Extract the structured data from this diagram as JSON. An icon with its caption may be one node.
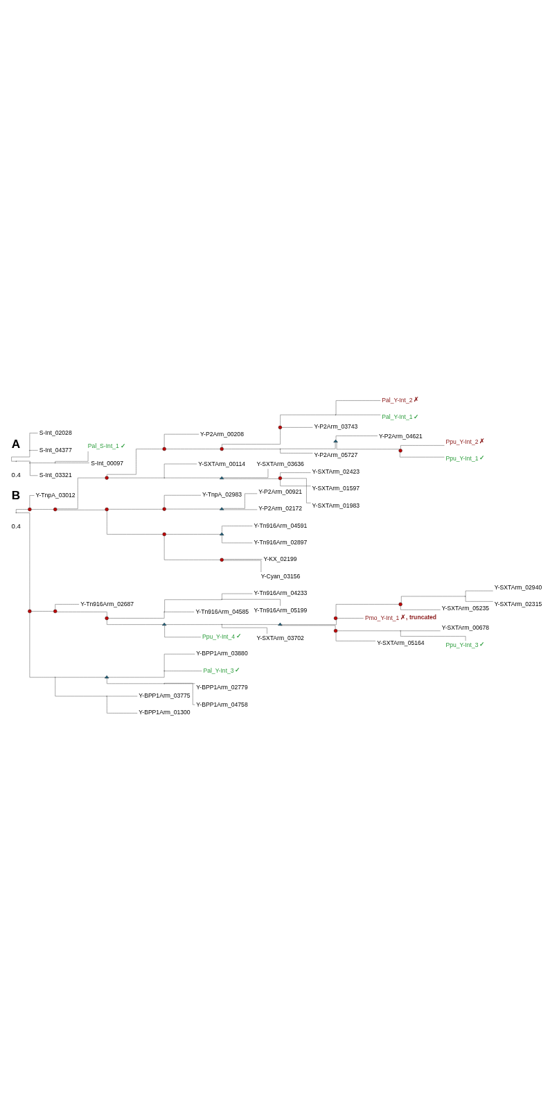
{
  "diagram": {
    "nodes": [
      {
        "text": [],
        "shape": "point"
      },
      {
        "text": [],
        "shape": "point"
      },
      {
        "text": [
          "S-Int_02028"
        ]
      },
      {
        "text": [
          "S-Int_04377"
        ]
      },
      {
        "text": [],
        "shape": "point"
      },
      {
        "text": [],
        "shape": "point"
      },
      {
        "text": [
          "Pal_S-Int_1"
        ],
        "beside": [
          "✓"
        ]
      },
      {
        "text": [
          "S-Int_00097"
        ]
      },
      {
        "text": [
          "S-Int_03321"
        ]
      },
      {
        "text": [],
        "shape": "point"
      },
      {
        "text": [],
        "shape": "circle"
      },
      {
        "text": [
          "Y-TnpA_03012"
        ]
      },
      {
        "text": [],
        "shape": "circle"
      },
      {
        "text": [],
        "shape": "circle"
      },
      {
        "text": [],
        "shape": "circle"
      },
      {
        "text": [
          "Y-P2Arm_00208"
        ]
      },
      {
        "text": [],
        "shape": "circle"
      },
      {
        "text": [],
        "shape": "circle"
      },
      {
        "text": [],
        "shape": "point"
      },
      {
        "text": [
          "Pal_Y-Int_2"
        ],
        "beside": [
          "✗"
        ]
      },
      {
        "text": [
          "Pal_Y-Int_1"
        ],
        "beside": [
          "✓"
        ]
      },
      {
        "text": [
          "Y-P2Arm_03743"
        ]
      },
      {
        "text": [],
        "shape": "point"
      },
      {
        "text": [],
        "shape": "triangle"
      },
      {
        "text": [
          "Y-P2Arm_04621"
        ]
      },
      {
        "text": [],
        "shape": "circle"
      },
      {
        "text": [
          "Ppu_Y-Int_2"
        ],
        "beside": [
          "✗"
        ]
      },
      {
        "text": [
          "Ppu_Y-Int_1"
        ],
        "beside": [
          "✓"
        ]
      },
      {
        "text": [
          "Y-P2Arm_05727"
        ]
      },
      {
        "text": [],
        "shape": "point"
      },
      {
        "text": [
          "Y-SXTArm_00114"
        ]
      },
      {
        "text": [],
        "shape": "triangle"
      },
      {
        "text": [
          "Y-SXTArm_03636"
        ]
      },
      {
        "text": [],
        "shape": "circle"
      },
      {
        "text": [
          "Y-SXTArm_02423"
        ]
      },
      {
        "text": [
          "Y-SXTArm_01597"
        ]
      },
      {
        "text": [
          "Y-SXTArm_01983"
        ]
      },
      {
        "text": [],
        "shape": "circle"
      },
      {
        "text": [],
        "shape": "circle"
      },
      {
        "text": [
          "Y-TnpA_02983"
        ]
      },
      {
        "text": [],
        "shape": "triangle"
      },
      {
        "text": [
          "Y-P2Arm_00921"
        ]
      },
      {
        "text": [
          "Y-P2Arm_02172"
        ]
      },
      {
        "text": [],
        "shape": "circle"
      },
      {
        "text": [],
        "shape": "triangle"
      },
      {
        "text": [
          "Y-Tn916Arm_04591"
        ]
      },
      {
        "text": [
          "Y-Tn916Arm_02897"
        ]
      },
      {
        "text": [],
        "shape": "circle"
      },
      {
        "text": [
          "Y-KX_02199"
        ]
      },
      {
        "text": [
          "Y-Cyan_03156"
        ]
      },
      {
        "text": [],
        "shape": "circle"
      },
      {
        "text": [],
        "shape": "circle"
      },
      {
        "text": [
          "Y-Tn916Arm_02687"
        ]
      },
      {
        "text": [],
        "shape": "circle"
      },
      {
        "text": [],
        "shape": "point"
      },
      {
        "text": [],
        "shape": "point"
      },
      {
        "text": [
          "Y-Tn916Arm_04233"
        ]
      },
      {
        "text": [
          "Y-Tn916Arm_05199"
        ]
      },
      {
        "text": [
          "Y-Tn916Arm_04585"
        ]
      },
      {
        "text": [],
        "shape": "triangle"
      },
      {
        "text": [],
        "shape": "point"
      },
      {
        "text": [],
        "shape": "triangle"
      },
      {
        "text": [],
        "shape": "circle"
      },
      {
        "text": [],
        "shape": "circle"
      },
      {
        "text": [],
        "shape": "point"
      },
      {
        "text": [
          "Y-SXTArm_02940"
        ]
      },
      {
        "text": [
          "Y-SXTArm_02315"
        ]
      },
      {
        "text": [
          "Y-SXTArm_05235"
        ]
      },
      {
        "text": [
          "Pmo_Y-Int_1"
        ],
        "beside": [
          "✗, truncated"
        ]
      },
      {
        "text": [],
        "shape": "circle"
      },
      {
        "text": [],
        "shape": "point"
      },
      {
        "text": [
          "Y-SXTArm_00678"
        ]
      },
      {
        "text": [
          "Ppu_Y-Int_3"
        ],
        "beside": [
          "✓"
        ]
      },
      {
        "text": [
          "Y-SXTArm_05164"
        ]
      },
      {
        "text": [
          "Y-SXTArm_03702"
        ]
      },
      {
        "text": [
          "Ppu_Y-Int_4"
        ],
        "beside": [
          "✓"
        ]
      },
      {
        "text": [],
        "shape": "point"
      },
      {
        "text": [],
        "shape": "triangle"
      },
      {
        "text": [],
        "shape": "point"
      },
      {
        "text": [
          "Y-BPP1Arm_03880"
        ]
      },
      {
        "text": [
          "Pal_Y-Int_3"
        ],
        "beside": [
          "✓"
        ]
      },
      {
        "text": [],
        "shape": "point"
      },
      {
        "text": [
          "Y-BPP1Arm_02779"
        ]
      },
      {
        "text": [
          "Y-BPP1Arm_04758"
        ]
      },
      {
        "text": [],
        "shape": "point"
      },
      {
        "text": [
          "Y-BPP1Arm_03775"
        ]
      },
      {
        "text": [
          "Y-BPP1Arm_01300"
        ]
      }
    ],
    "edges": [
      {
        "from": 0,
        "to": 1,
        "arrow": "none"
      },
      {
        "from": 1,
        "to": 2,
        "arrow": "none"
      },
      {
        "from": 1,
        "to": 3,
        "arrow": "none"
      },
      {
        "from": 0,
        "to": 4,
        "arrow": "none"
      },
      {
        "from": 4,
        "to": 5,
        "arrow": "none"
      },
      {
        "from": 5,
        "to": 6,
        "arrow": "none"
      },
      {
        "from": 5,
        "to": 7,
        "arrow": "none"
      },
      {
        "from": 4,
        "to": 8,
        "arrow": "none"
      },
      {
        "from": 9,
        "to": 10,
        "arrow": "none"
      },
      {
        "from": 10,
        "to": 11,
        "arrow": "none"
      },
      {
        "from": 10,
        "to": 12,
        "arrow": "none"
      },
      {
        "from": 12,
        "to": 13,
        "arrow": "none"
      },
      {
        "from": 13,
        "to": 14,
        "arrow": "none"
      },
      {
        "from": 14,
        "to": 15,
        "arrow": "none"
      },
      {
        "from": 14,
        "to": 16,
        "arrow": "none"
      },
      {
        "from": 16,
        "to": 17,
        "arrow": "none"
      },
      {
        "from": 17,
        "to": 18,
        "arrow": "none"
      },
      {
        "from": 18,
        "to": 19,
        "arrow": "none"
      },
      {
        "from": 18,
        "to": 20,
        "arrow": "none"
      },
      {
        "from": 17,
        "to": 21,
        "arrow": "none"
      },
      {
        "from": 16,
        "to": 22,
        "arrow": "none"
      },
      {
        "from": 22,
        "to": 23,
        "arrow": "none"
      },
      {
        "from": 23,
        "to": 24,
        "arrow": "none"
      },
      {
        "from": 23,
        "to": 25,
        "arrow": "none"
      },
      {
        "from": 25,
        "to": 26,
        "arrow": "none"
      },
      {
        "from": 25,
        "to": 27,
        "arrow": "none"
      },
      {
        "from": 22,
        "to": 28,
        "arrow": "none"
      },
      {
        "from": 13,
        "to": 29,
        "arrow": "none"
      },
      {
        "from": 29,
        "to": 30,
        "arrow": "none"
      },
      {
        "from": 29,
        "to": 31,
        "arrow": "none"
      },
      {
        "from": 31,
        "to": 32,
        "arrow": "none"
      },
      {
        "from": 31,
        "to": 33,
        "arrow": "none"
      },
      {
        "from": 33,
        "to": 34,
        "arrow": "none"
      },
      {
        "from": 33,
        "to": 35,
        "arrow": "none"
      },
      {
        "from": 33,
        "to": 36,
        "arrow": "none"
      },
      {
        "from": 12,
        "to": 37,
        "arrow": "none"
      },
      {
        "from": 37,
        "to": 38,
        "arrow": "none"
      },
      {
        "from": 38,
        "to": 39,
        "arrow": "none"
      },
      {
        "from": 38,
        "to": 40,
        "arrow": "none"
      },
      {
        "from": 40,
        "to": 41,
        "arrow": "none"
      },
      {
        "from": 40,
        "to": 42,
        "arrow": "none"
      },
      {
        "from": 37,
        "to": 43,
        "arrow": "none"
      },
      {
        "from": 43,
        "to": 44,
        "arrow": "none"
      },
      {
        "from": 44,
        "to": 45,
        "arrow": "none"
      },
      {
        "from": 44,
        "to": 46,
        "arrow": "none"
      },
      {
        "from": 43,
        "to": 47,
        "arrow": "none"
      },
      {
        "from": 47,
        "to": 48,
        "arrow": "none"
      },
      {
        "from": 47,
        "to": 49,
        "arrow": "none"
      },
      {
        "from": 9,
        "to": 50,
        "arrow": "none"
      },
      {
        "from": 50,
        "to": 51,
        "arrow": "none"
      },
      {
        "from": 51,
        "to": 52,
        "arrow": "none"
      },
      {
        "from": 51,
        "to": 53,
        "arrow": "none"
      },
      {
        "from": 53,
        "to": 54,
        "arrow": "none"
      },
      {
        "from": 54,
        "to": 55,
        "arrow": "none"
      },
      {
        "from": 55,
        "to": 56,
        "arrow": "none"
      },
      {
        "from": 55,
        "to": 57,
        "arrow": "none"
      },
      {
        "from": 54,
        "to": 58,
        "arrow": "none"
      },
      {
        "from": 53,
        "to": 59,
        "arrow": "none"
      },
      {
        "from": 59,
        "to": 60,
        "arrow": "none"
      },
      {
        "from": 60,
        "to": 61,
        "arrow": "none"
      },
      {
        "from": 61,
        "to": 62,
        "arrow": "none"
      },
      {
        "from": 62,
        "to": 63,
        "arrow": "none"
      },
      {
        "from": 63,
        "to": 64,
        "arrow": "none"
      },
      {
        "from": 64,
        "to": 65,
        "arrow": "none"
      },
      {
        "from": 64,
        "to": 66,
        "arrow": "none"
      },
      {
        "from": 63,
        "to": 67,
        "arrow": "none"
      },
      {
        "from": 62,
        "to": 68,
        "arrow": "none"
      },
      {
        "from": 61,
        "to": 69,
        "arrow": "none"
      },
      {
        "from": 69,
        "to": 70,
        "arrow": "none"
      },
      {
        "from": 70,
        "to": 71,
        "arrow": "none"
      },
      {
        "from": 70,
        "to": 72,
        "arrow": "none"
      },
      {
        "from": 69,
        "to": 73,
        "arrow": "none"
      },
      {
        "from": 60,
        "to": 74,
        "arrow": "none"
      },
      {
        "from": 59,
        "to": 75,
        "arrow": "none"
      },
      {
        "from": 50,
        "to": 76,
        "arrow": "none"
      },
      {
        "from": 76,
        "to": 77,
        "arrow": "none"
      },
      {
        "from": 77,
        "to": 78,
        "arrow": "none"
      },
      {
        "from": 78,
        "to": 79,
        "arrow": "none"
      },
      {
        "from": 78,
        "to": 80,
        "arrow": "none"
      },
      {
        "from": 77,
        "to": 81,
        "arrow": "none"
      },
      {
        "from": 81,
        "to": 82,
        "arrow": "none"
      },
      {
        "from": 81,
        "to": 83,
        "arrow": "none"
      },
      {
        "from": 76,
        "to": 84,
        "arrow": "none"
      },
      {
        "from": 84,
        "to": 85,
        "arrow": "none"
      },
      {
        "from": 84,
        "to": 86,
        "arrow": "none"
      }
    ],
    "labels": [
      "A",
      "0.4",
      "B",
      "0.4"
    ]
  }
}
